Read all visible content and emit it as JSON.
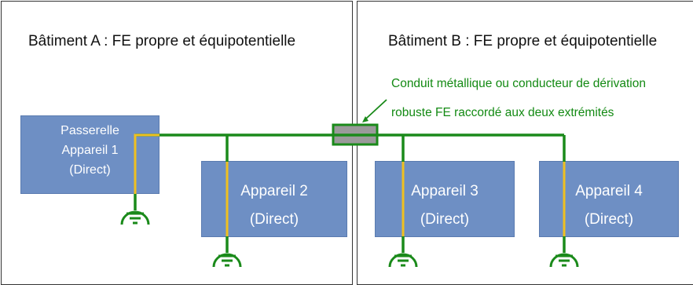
{
  "buildings": [
    {
      "title": "Bâtiment A : FE propre et équipotentielle"
    },
    {
      "title": "Bâtiment B : FE propre et équipotentielle"
    }
  ],
  "devices": [
    {
      "lines": [
        "Passerelle",
        "Appareil 1",
        "(Direct)"
      ]
    },
    {
      "lines": [
        "Appareil 2",
        "(Direct)"
      ]
    },
    {
      "lines": [
        "Appareil 3",
        "(Direct)"
      ]
    },
    {
      "lines": [
        "Appareil 4",
        "(Direct)"
      ]
    }
  ],
  "annotation": {
    "lines": [
      "Conduit métallique ou conducteur de dérivation",
      "robuste FE raccordé aux deux extrémités"
    ]
  },
  "colors": {
    "device_fill": "#6e8fc4",
    "ground_green": "#1a8a1a",
    "signal_yellow": "#f0c020",
    "conduit_gray": "#9a9a9a"
  },
  "icons": [
    "ground-symbol-icon",
    "arrow-icon"
  ]
}
